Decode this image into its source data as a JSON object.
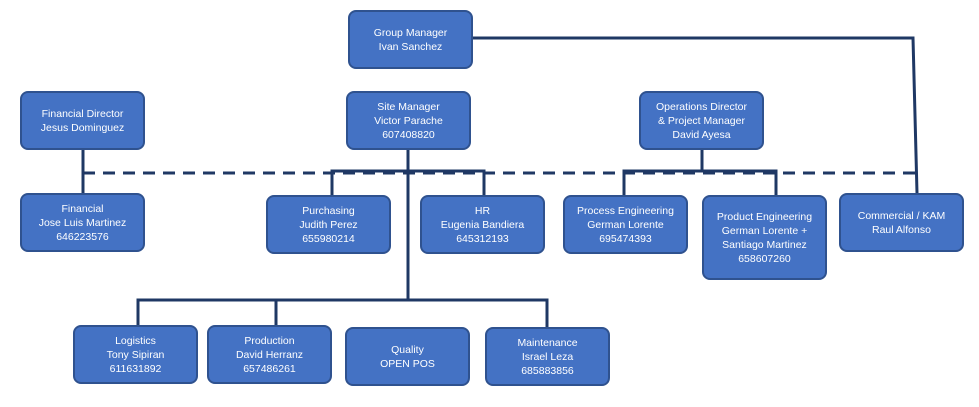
{
  "colors": {
    "box_fill": "#4472c4",
    "box_border": "#2f528f",
    "box_text": "#ffffff",
    "connector": "#1f3864"
  },
  "nodes": {
    "group_manager": {
      "title": "Group Manager",
      "name": "Ivan Sanchez"
    },
    "financial_director": {
      "title": "Financial Director",
      "name": "Jesus Dominguez"
    },
    "site_manager": {
      "title": "Site Manager",
      "name": "Victor Parache",
      "phone": "607408820"
    },
    "operations_director": {
      "title": "Operations Director",
      "title_2": "& Project Manager",
      "name": "David Ayesa"
    },
    "financial": {
      "title": "Financial",
      "name": "Jose Luis Martinez",
      "phone": "646223576"
    },
    "purchasing": {
      "title": "Purchasing",
      "name": "Judith Perez",
      "phone": "655980214"
    },
    "hr": {
      "title": "HR",
      "name": "Eugenia Bandiera",
      "phone": "645312193"
    },
    "process_engineering": {
      "title": "Process Engineering",
      "name": "German Lorente",
      "phone": "695474393"
    },
    "product_engineering": {
      "title": "Product Engineering",
      "name": "German Lorente +",
      "name_2": "Santiago Martinez",
      "phone": "658607260"
    },
    "commercial": {
      "title": "Commercial / KAM",
      "name": "Raul Alfonso"
    },
    "logistics": {
      "title": "Logistics",
      "name": "Tony Sipiran",
      "phone": "611631892"
    },
    "production": {
      "title": "Production",
      "name": "David Herranz",
      "phone": "657486261"
    },
    "quality": {
      "title": "Quality",
      "name": "OPEN POS"
    },
    "maintenance": {
      "title": "Maintenance",
      "name": "Israel Leza",
      "phone": "685883856"
    }
  }
}
